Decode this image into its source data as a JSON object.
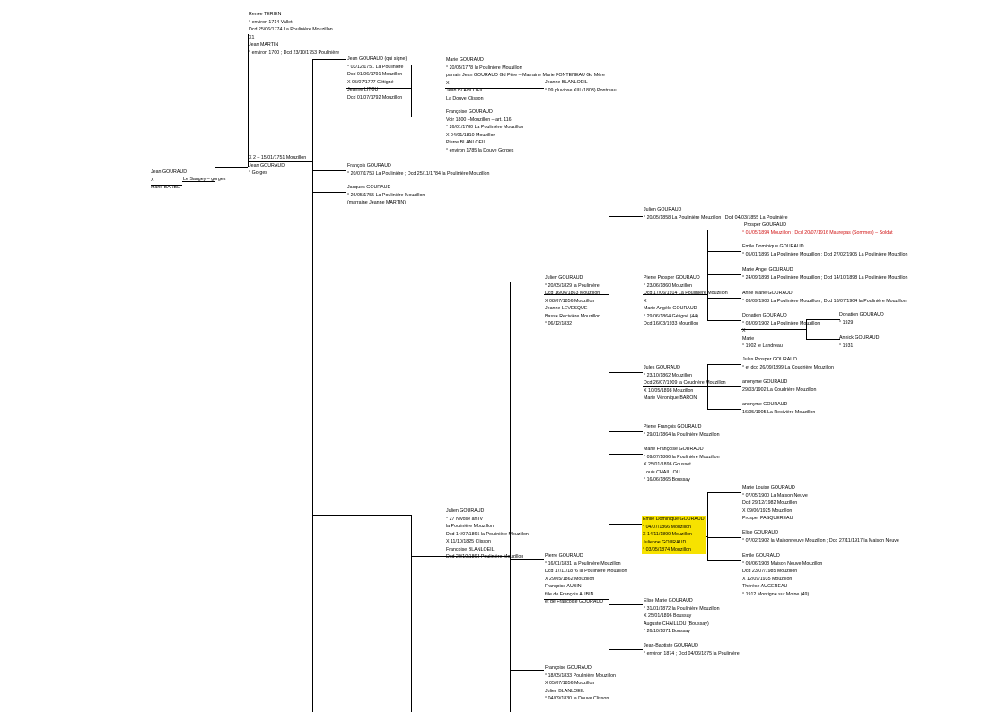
{
  "nodes": [
    {
      "id": "root",
      "lines": [
        "Jean GOURAUD",
        "X",
        "Marie BARBE"
      ]
    },
    {
      "id": "root_side",
      "lines": [
        "Le Saugey – gorges"
      ]
    },
    {
      "id": "renee",
      "lines": [
        "Renée TERIEN",
        "° environ 1714 Vallet",
        "Dcd 25/06/1774 La Poulinière Mouzillon",
        "X1",
        "Jean MARTIN",
        "° environ 1700 ; Dcd 23/10/1753 Poulinière"
      ]
    },
    {
      "id": "x2",
      "lines": [
        "X 2 – 15/01/1751 Mouzillon",
        "Jean GOURAUD",
        "° Gorges"
      ]
    },
    {
      "id": "jean_qs",
      "lines": [
        "Jean GOURAUD (qui signe)",
        "° 03/12/1751 La Poulinière",
        "Dcd 01/06/1791  Mouzillon",
        "X 05/07/1777 Gétigné",
        "Jeanne LITOU",
        "Dcd 01/07/1792 Mouzillon"
      ]
    },
    {
      "id": "marie_g",
      "lines": [
        "Marie GOURAUD",
        "° 20/05/1778 la Poulinière Mouzillon",
        "parrain Jean GOURAUD Gd Père – Marraine Marie FONTENEAU Gd Mère",
        "X",
        "Jean BLANLOEIL",
        "La Douve Clisson"
      ]
    },
    {
      "id": "jeanne_b",
      "lines": [
        "Jeanne BLANLOEIL",
        "° 09 pluviose XIII (1803) Pontreau"
      ]
    },
    {
      "id": "francoise_1780",
      "lines": [
        "Françoise GOURAUD",
        "Voir 1800 –Mouzillon – art. 116",
        "° 26/01/1780 La Poulinière Mouzillon",
        "X 04/01/1810 Mouzillon",
        "Pierre BLANLOEIL",
        "° environ 1785 la Douve Gorges"
      ]
    },
    {
      "id": "francois_g",
      "lines": [
        "François GOURAUD",
        "° 20/07/1753 La Poulinière ; Dcd 25/11/1784 la Poulinière Mouzillon"
      ]
    },
    {
      "id": "jacques_g",
      "lines": [
        "Jacques GOURAUD",
        "° 26/05/1755 La Poulinière Mouzillon",
        "(marraine Jeanne MARTIN)"
      ]
    },
    {
      "id": "julien_1829",
      "lines": [
        "Julien GOURAUD",
        "° 20/05/1829 la Poulinière",
        "Dcd 16/06/1863 Mouzillon",
        "X 08/07/1856 Mouzillon",
        "Jeanne LEVESQUE",
        "Basse Recivière Mouzillon",
        "° 06/12/1832"
      ]
    },
    {
      "id": "julien_1858",
      "lines": [
        "Julien GOURAUD",
        "° 20/05/1858 La Poulinière Mouzillon ; Dcd 04/03/1855 La Poulinière"
      ]
    },
    {
      "id": "prosper",
      "lines": [
        "Prosper GOURAUD",
        "° 01/05/1894 Mouzillon ; Dcd 20/07/1916 Maurepas (Sommes) – Soldat"
      ]
    },
    {
      "id": "emile_d_1896",
      "lines": [
        "Emile Dominique GOURAUD",
        "° 05/01/1896 La Poulinière Mouzillon ; Dcd 27/02/1905 La Poulinière Mouzillon"
      ]
    },
    {
      "id": "marie_angel",
      "lines": [
        "Marie Angel GOURAUD",
        "° 24/09/1898 La Poulinière Mouzillon ; Dcd 14/10/1898 La Poulinière Mouzillon"
      ]
    },
    {
      "id": "anne_marie",
      "lines": [
        "Anne Marie GOURAUD",
        "° 03/09/1903 La Poulinière Mouzillon ; Dcd 18/07/1904 la Poulinière Mouzillon"
      ]
    },
    {
      "id": "pierre_prosper",
      "lines": [
        "Pierre Prosper GOURAUD",
        "° 23/06/1860 Mouzillon",
        "Dcd 17/06/1914 La Poulinière Mouzillon",
        "X",
        "Marie Angèle GOURAUD",
        "° 29/06/1864 Gétigné (44)",
        "Dcd 16/03/1933 Mouzillon"
      ]
    },
    {
      "id": "donatien",
      "lines": [
        "Donatien GOURAUD",
        "° 03/09/1902 La Poulinière Mouzillon",
        "X",
        "Marie",
        "° 1902 le Landreau"
      ]
    },
    {
      "id": "donatien_jr",
      "lines": [
        "Donatien GOURAUD",
        "° 1929"
      ]
    },
    {
      "id": "annick",
      "lines": [
        "Annick GOURAUD",
        "° 1931"
      ]
    },
    {
      "id": "jules",
      "lines": [
        "Jules GOURAUD",
        "° 23/10/1862 Mouzillon",
        "Dcd 26/07/1909 la Coudrière Mouzillon",
        "X 10/05/1898 Mouzillon",
        "Marie Véronique BARON"
      ]
    },
    {
      "id": "jules_prosper",
      "lines": [
        "Jules Prosper GOURAUD",
        "° et dcd 26/09/1899 La Coudrière Mouzillon"
      ]
    },
    {
      "id": "anon1",
      "lines": [
        "anonyme GOURAUD",
        "29/03/1902 La Coudrière Mouzillon"
      ]
    },
    {
      "id": "anon2",
      "lines": [
        "anonyme GOURAUD",
        "16/05/1905 La Recivière Mouzillon"
      ]
    },
    {
      "id": "pierre_fr",
      "lines": [
        "Pierre François GOURAUD",
        "° 29/01/1864 la Poulinière Mouzillon"
      ]
    },
    {
      "id": "marie_fr",
      "lines": [
        "Marie Françoise GOURAUD",
        "° 09/07/1866 la Poulinière Mouzillon",
        "X 25/01/1896 Gousset",
        "Louis CHAILLOU",
        "° 16/06/1865 Boussay"
      ]
    },
    {
      "id": "marie_louise",
      "lines": [
        "Marie Louise GOURAUD",
        "° 07/05/1900 La Maison Neuve",
        "Dcd 29/12/1982 Mouzillon",
        "X 09/06/1925 Mouzillon",
        "Prosper PASQUEREAU"
      ]
    },
    {
      "id": "emile_dom_hl",
      "lines": [
        "Emile Dominique GOURAUD",
        "° 04/07/1866 Mouzillon",
        "X 14/11/1899 Mouzillon",
        "Julienne GOURAUD",
        "° 03/05/1874 Mouzillon"
      ]
    },
    {
      "id": "elise_1902",
      "lines": [
        "Elise GOURAUD",
        "° 07/02/1902 la Maisonneuve Mouzillon ; Dcd 27/11/1917 la Maison Neuve"
      ]
    },
    {
      "id": "emile_1903",
      "lines": [
        "Emile GOURAUD",
        "° 09/06/1903 Maison Neuve Mouzillon",
        "Dcd 23/07/1985 Mouzillon",
        "X 12/09/1935 Mouzillon",
        "Thérèse AUGEREAU",
        "° 1912 Montigné sur Moine (49)"
      ]
    },
    {
      "id": "julien_nivose",
      "lines": [
        "Julien GOURAUD",
        "° 27 Nivose an IV",
        "la Poulinière Mouzillon",
        "Dcd 14/07/1865 la Poulinière Mouzillon",
        "X 11/10/1825 Clisson",
        "Françoise BLANLOEIL",
        "Dcd 20/10/1863 Poulinière Mouzillon"
      ]
    },
    {
      "id": "pierre_1831",
      "lines": [
        "Pierre GOURAUD",
        "° 16/01/1831 la Poulinière Mouzillon",
        "Dcd 17/11/1876 la Poulinière Mouzillon",
        "X 29/05/1862 Mouzillon",
        "Françoise AUBIN",
        "fille de François AUBIN",
        "et de Françoise GOURAUD"
      ]
    },
    {
      "id": "elise_marie",
      "lines": [
        "Elise Marie GOURAUD",
        "° 31/01/1872 la Poulinière Mouzillon",
        "X 25/01/1896 Boussay",
        "Auguste CHAILLOU (Boussay)",
        "° 26/10/1871 Boussay"
      ]
    },
    {
      "id": "jean_baptiste",
      "lines": [
        "Jean-Baptiste GOURAUD",
        "° environ 1874 ; Dcd 04/06/1875 la Poulinière"
      ]
    },
    {
      "id": "francoise_1833",
      "lines": [
        "Françoise GOURAUD",
        "° 18/05/1833 Poulinière Mouzillon",
        "X  05/07/1856 Mouzillon",
        "Julien BLANLOEIL",
        "° 04/09/1830 la Douve Clisson"
      ]
    }
  ]
}
